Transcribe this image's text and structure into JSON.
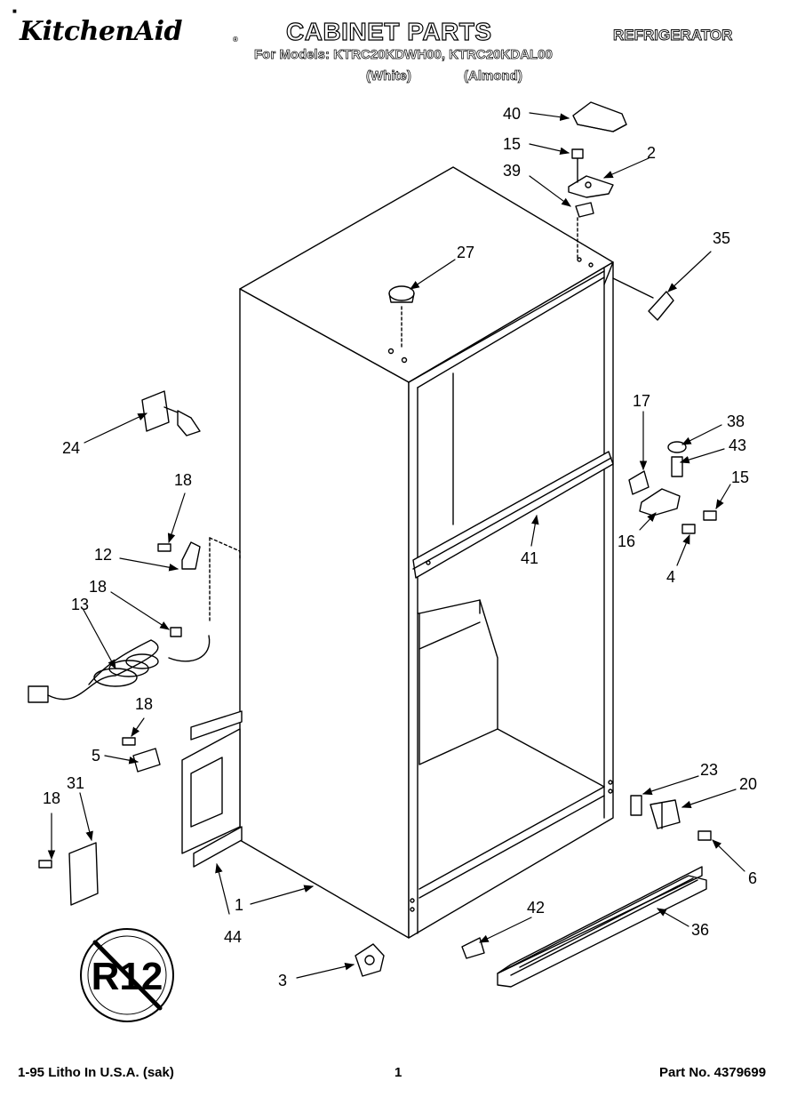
{
  "header": {
    "brand": "KitchenAid",
    "registered_mark": "®",
    "title": "CABINET PARTS",
    "category": "REFRIGERATOR",
    "models_line": "For Models: KTRC20KDWH00, KTRC20KDAL00",
    "variant_white": "(White)",
    "variant_almond": "(Almond)"
  },
  "callouts": [
    "40",
    "15",
    "2",
    "39",
    "35",
    "27",
    "24",
    "17",
    "38",
    "43",
    "15",
    "18",
    "16",
    "41",
    "4",
    "12",
    "18",
    "13",
    "18",
    "5",
    "23",
    "20",
    "31",
    "18",
    "6",
    "1",
    "42",
    "36",
    "44",
    "3"
  ],
  "badge": {
    "text": "R12"
  },
  "footer": {
    "left": "1-95 Litho In U.S.A. (sak)",
    "center": "1",
    "right": "Part No. 4379699"
  }
}
